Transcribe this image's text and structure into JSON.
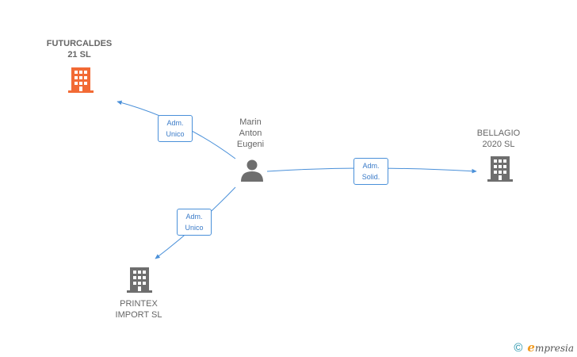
{
  "colors": {
    "edge": "#4a90d9",
    "company_highlight": "#f26a35",
    "company": "#6e6e6e",
    "person": "#6e6e6e"
  },
  "nodes": {
    "person": {
      "name_lines": [
        "Marin",
        "Anton",
        "Eugeni"
      ],
      "icon": "person-icon"
    },
    "futurcaldes": {
      "name_lines": [
        "FUTURCALDES",
        "21  SL"
      ],
      "icon": "building-icon",
      "highlight": true
    },
    "bellagio": {
      "name_lines": [
        "BELLAGIO",
        "2020  SL"
      ],
      "icon": "building-icon"
    },
    "printex": {
      "name_lines": [
        "PRINTEX",
        "IMPORT  SL"
      ],
      "icon": "building-icon"
    }
  },
  "edges": {
    "to_futurcaldes": {
      "label_lines": [
        "Adm.",
        "Unico"
      ]
    },
    "to_bellagio": {
      "label_lines": [
        "Adm.",
        "Solid."
      ]
    },
    "to_printex": {
      "label_lines": [
        "Adm.",
        "Unico"
      ]
    }
  },
  "footer": {
    "copyright_symbol": "©",
    "brand_initial": "e",
    "brand_rest": "mpresia"
  }
}
